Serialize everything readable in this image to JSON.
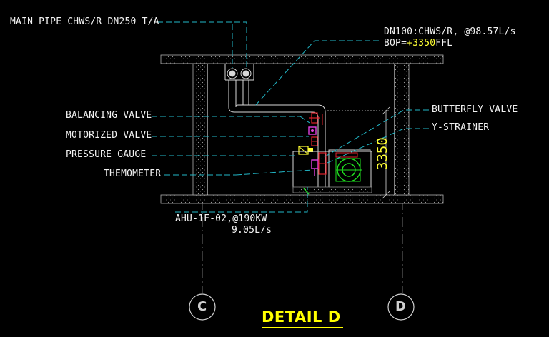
{
  "drawing": {
    "title": "DETAIL D",
    "grid_left": "C",
    "grid_right": "D",
    "dimension": "3350"
  },
  "labels": {
    "main_pipe": "MAIN PIPE CHWS/R DN250 T/A",
    "branch_line1": "DN100:CHWS/R, @98.57L/s",
    "branch_bop_prefix": "BOP=",
    "branch_bop_value": "+3350",
    "branch_bop_suffix": "FFL",
    "balancing_valve": "BALANCING VALVE",
    "motorized_valve": "MOTORIZED VALVE",
    "pressure_gauge": "PRESSURE GAUGE",
    "thermometer": "THEMOMETER",
    "butterfly_valve": "BUTTERFLY VALVE",
    "y_strainer": "Y-STRAINER",
    "ahu_line1": "AHU-1F-02,@190KW",
    "ahu_line2": "9.05L/s"
  },
  "colors": {
    "background": "#000000",
    "text": "#f2f2f2",
    "leader": "#22b8c8",
    "slab_hatch": "#8a8a8a",
    "pipe": "#d8d8d8",
    "valve_red": "#e0202a",
    "valve_magenta": "#e040e0",
    "gauge_yellow": "#ffff33",
    "fan_green": "#20e020",
    "dimension": "#ffff33",
    "title": "#ffff00"
  }
}
